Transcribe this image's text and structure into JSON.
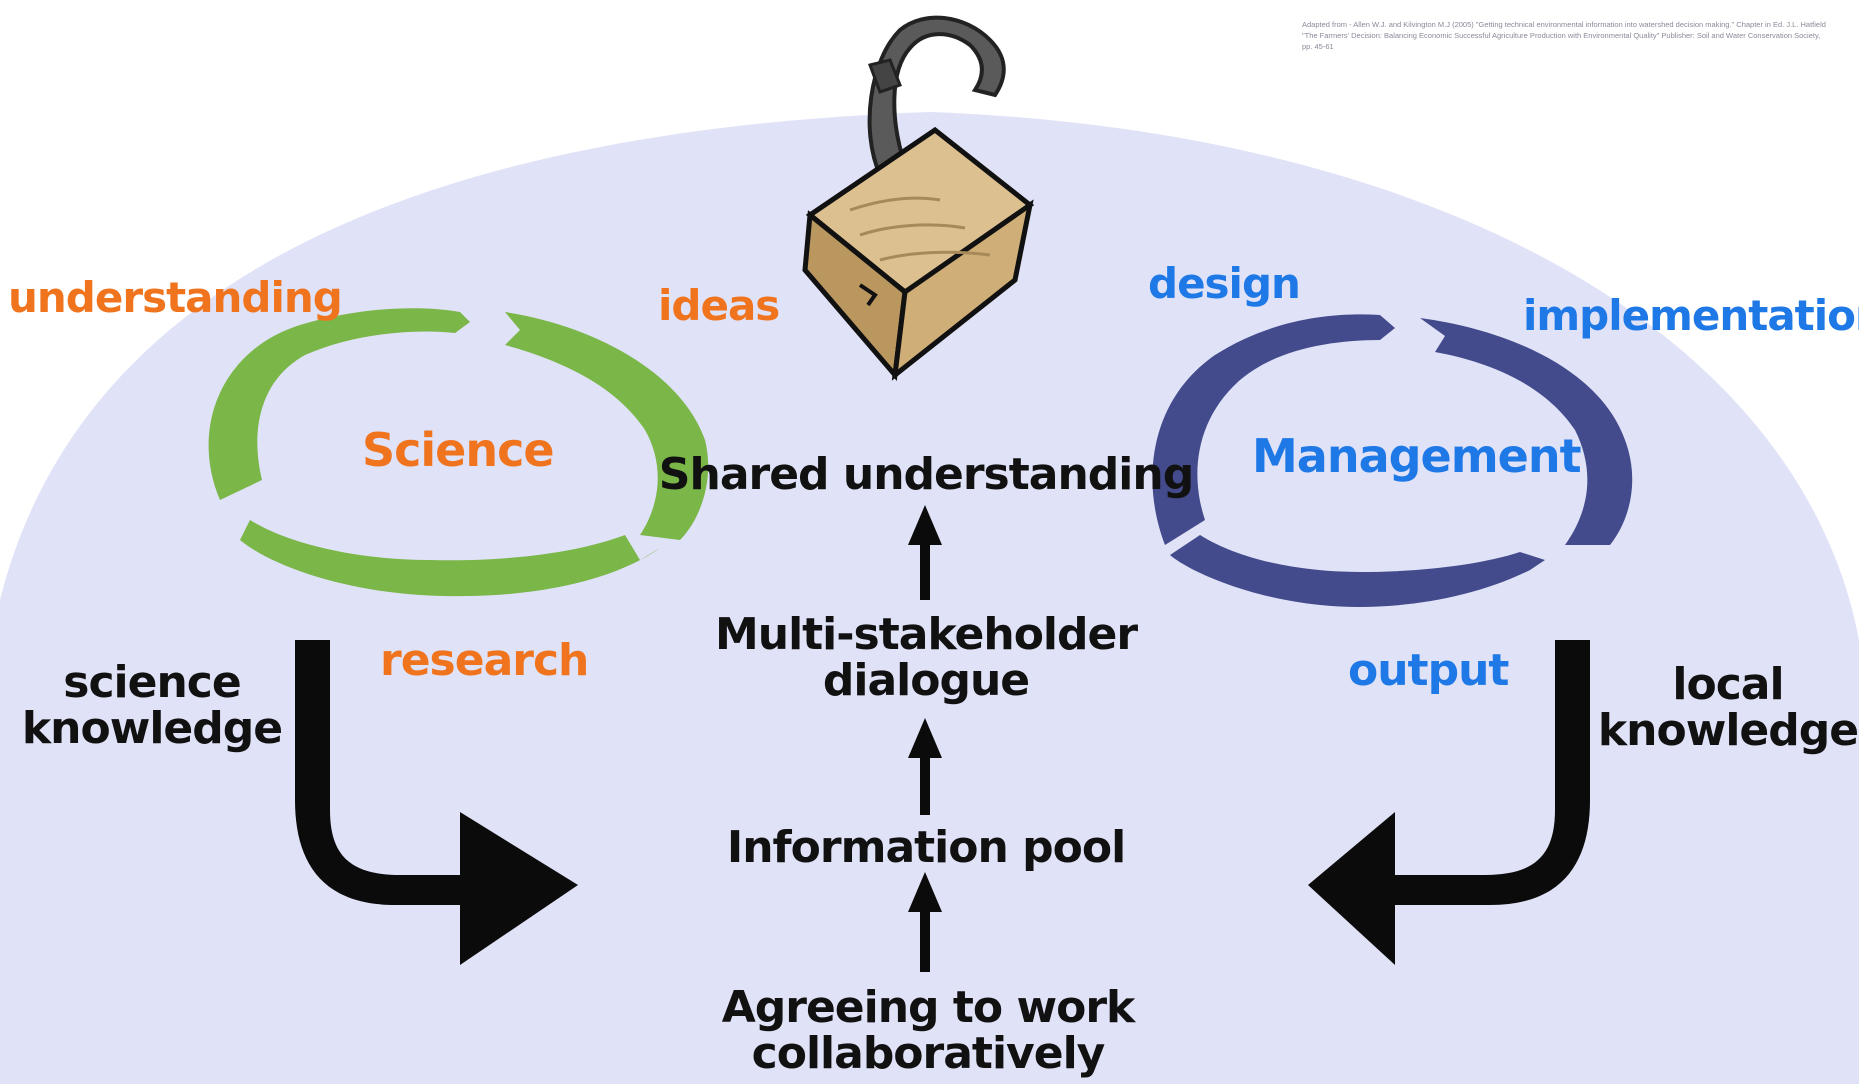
{
  "citation": "Adapted from - Allen W.J. and Kilvington M.J (2005) \"Getting technical environmental information into watershed decision making.\" Chapter in Ed. J.L. Hatfield \"The Farmers' Decision: Balancing Economic Successful Agriculture Production with Environmental Quality\" Publisher: Soil and Water Conservation Society, pp. 45-61",
  "science_cycle": {
    "center": "Science",
    "top_left": "understanding",
    "top_right": "ideas",
    "bottom": "research",
    "outflow": "science\nknowledge"
  },
  "management_cycle": {
    "center": "Management",
    "top_left": "design",
    "top_right": "implementation",
    "bottom": "output",
    "outflow": "local\nknowledge"
  },
  "center_flow": {
    "step4": "Shared understanding",
    "step3": "Multi-stakeholder\ndialogue",
    "step2": "Information pool",
    "step1": "Agreeing to work\ncollaboratively"
  },
  "colors": {
    "background_dome": "#e0e2f7",
    "science_green": "#7ab648",
    "management_navy": "#434b8c",
    "orange_text": "#f0741e",
    "blue_text": "#1e78e6",
    "lock_body": "#d8b986",
    "arrow_black": "#0b0b0b"
  },
  "icons": [
    "open-padlock-icon",
    "up-arrow-icon",
    "curved-arrow-icon"
  ]
}
